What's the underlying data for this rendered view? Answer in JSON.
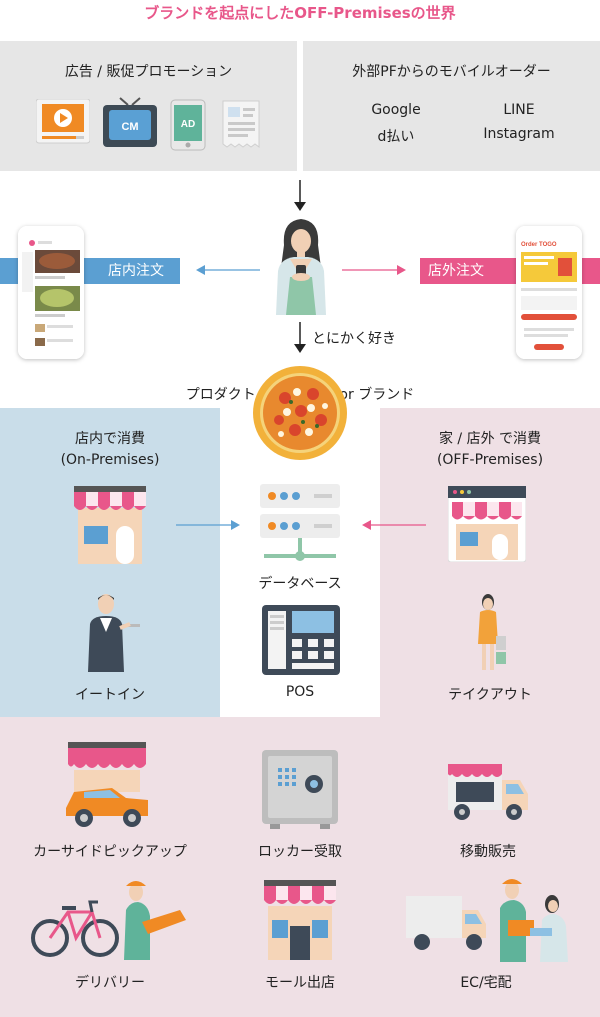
{
  "title": "ブランドを起点にしたOFF-Premisesの世界",
  "promo": {
    "heading": "広告 / 販促プロモーション"
  },
  "platforms": {
    "heading": "外部PFからのモバイルオーダー",
    "items": [
      "Google",
      "LINE",
      "d払い",
      "Instagram"
    ]
  },
  "icons": {
    "cm_label": "CM",
    "ad_label": "AD"
  },
  "instore_order": "店内注文",
  "outstore_order": "店外注文",
  "love_label": "とにかく好き",
  "brand_label": "プロダクト or サービス or ブランド",
  "on_premises": {
    "line1": "店内で消費",
    "line2": "(On-Premises)"
  },
  "off_premises": {
    "line1": "家 / 店外 で消費",
    "line2": "(OFF-Premises)"
  },
  "database_label": "データベース",
  "eat_in_label": "イートイン",
  "pos_label": "POS",
  "takeout_label": "テイクアウト",
  "services": [
    "カーサイドピックアップ",
    "ロッカー受取",
    "移動販売",
    "デリバリー",
    "モール出店",
    "EC/宅配"
  ],
  "app_logo": "Order TOGO",
  "colors": {
    "pink": "#e8578a",
    "blue": "#5b9fd2",
    "blue_panel": "#c9dde9",
    "pink_panel": "#efe0e5"
  }
}
